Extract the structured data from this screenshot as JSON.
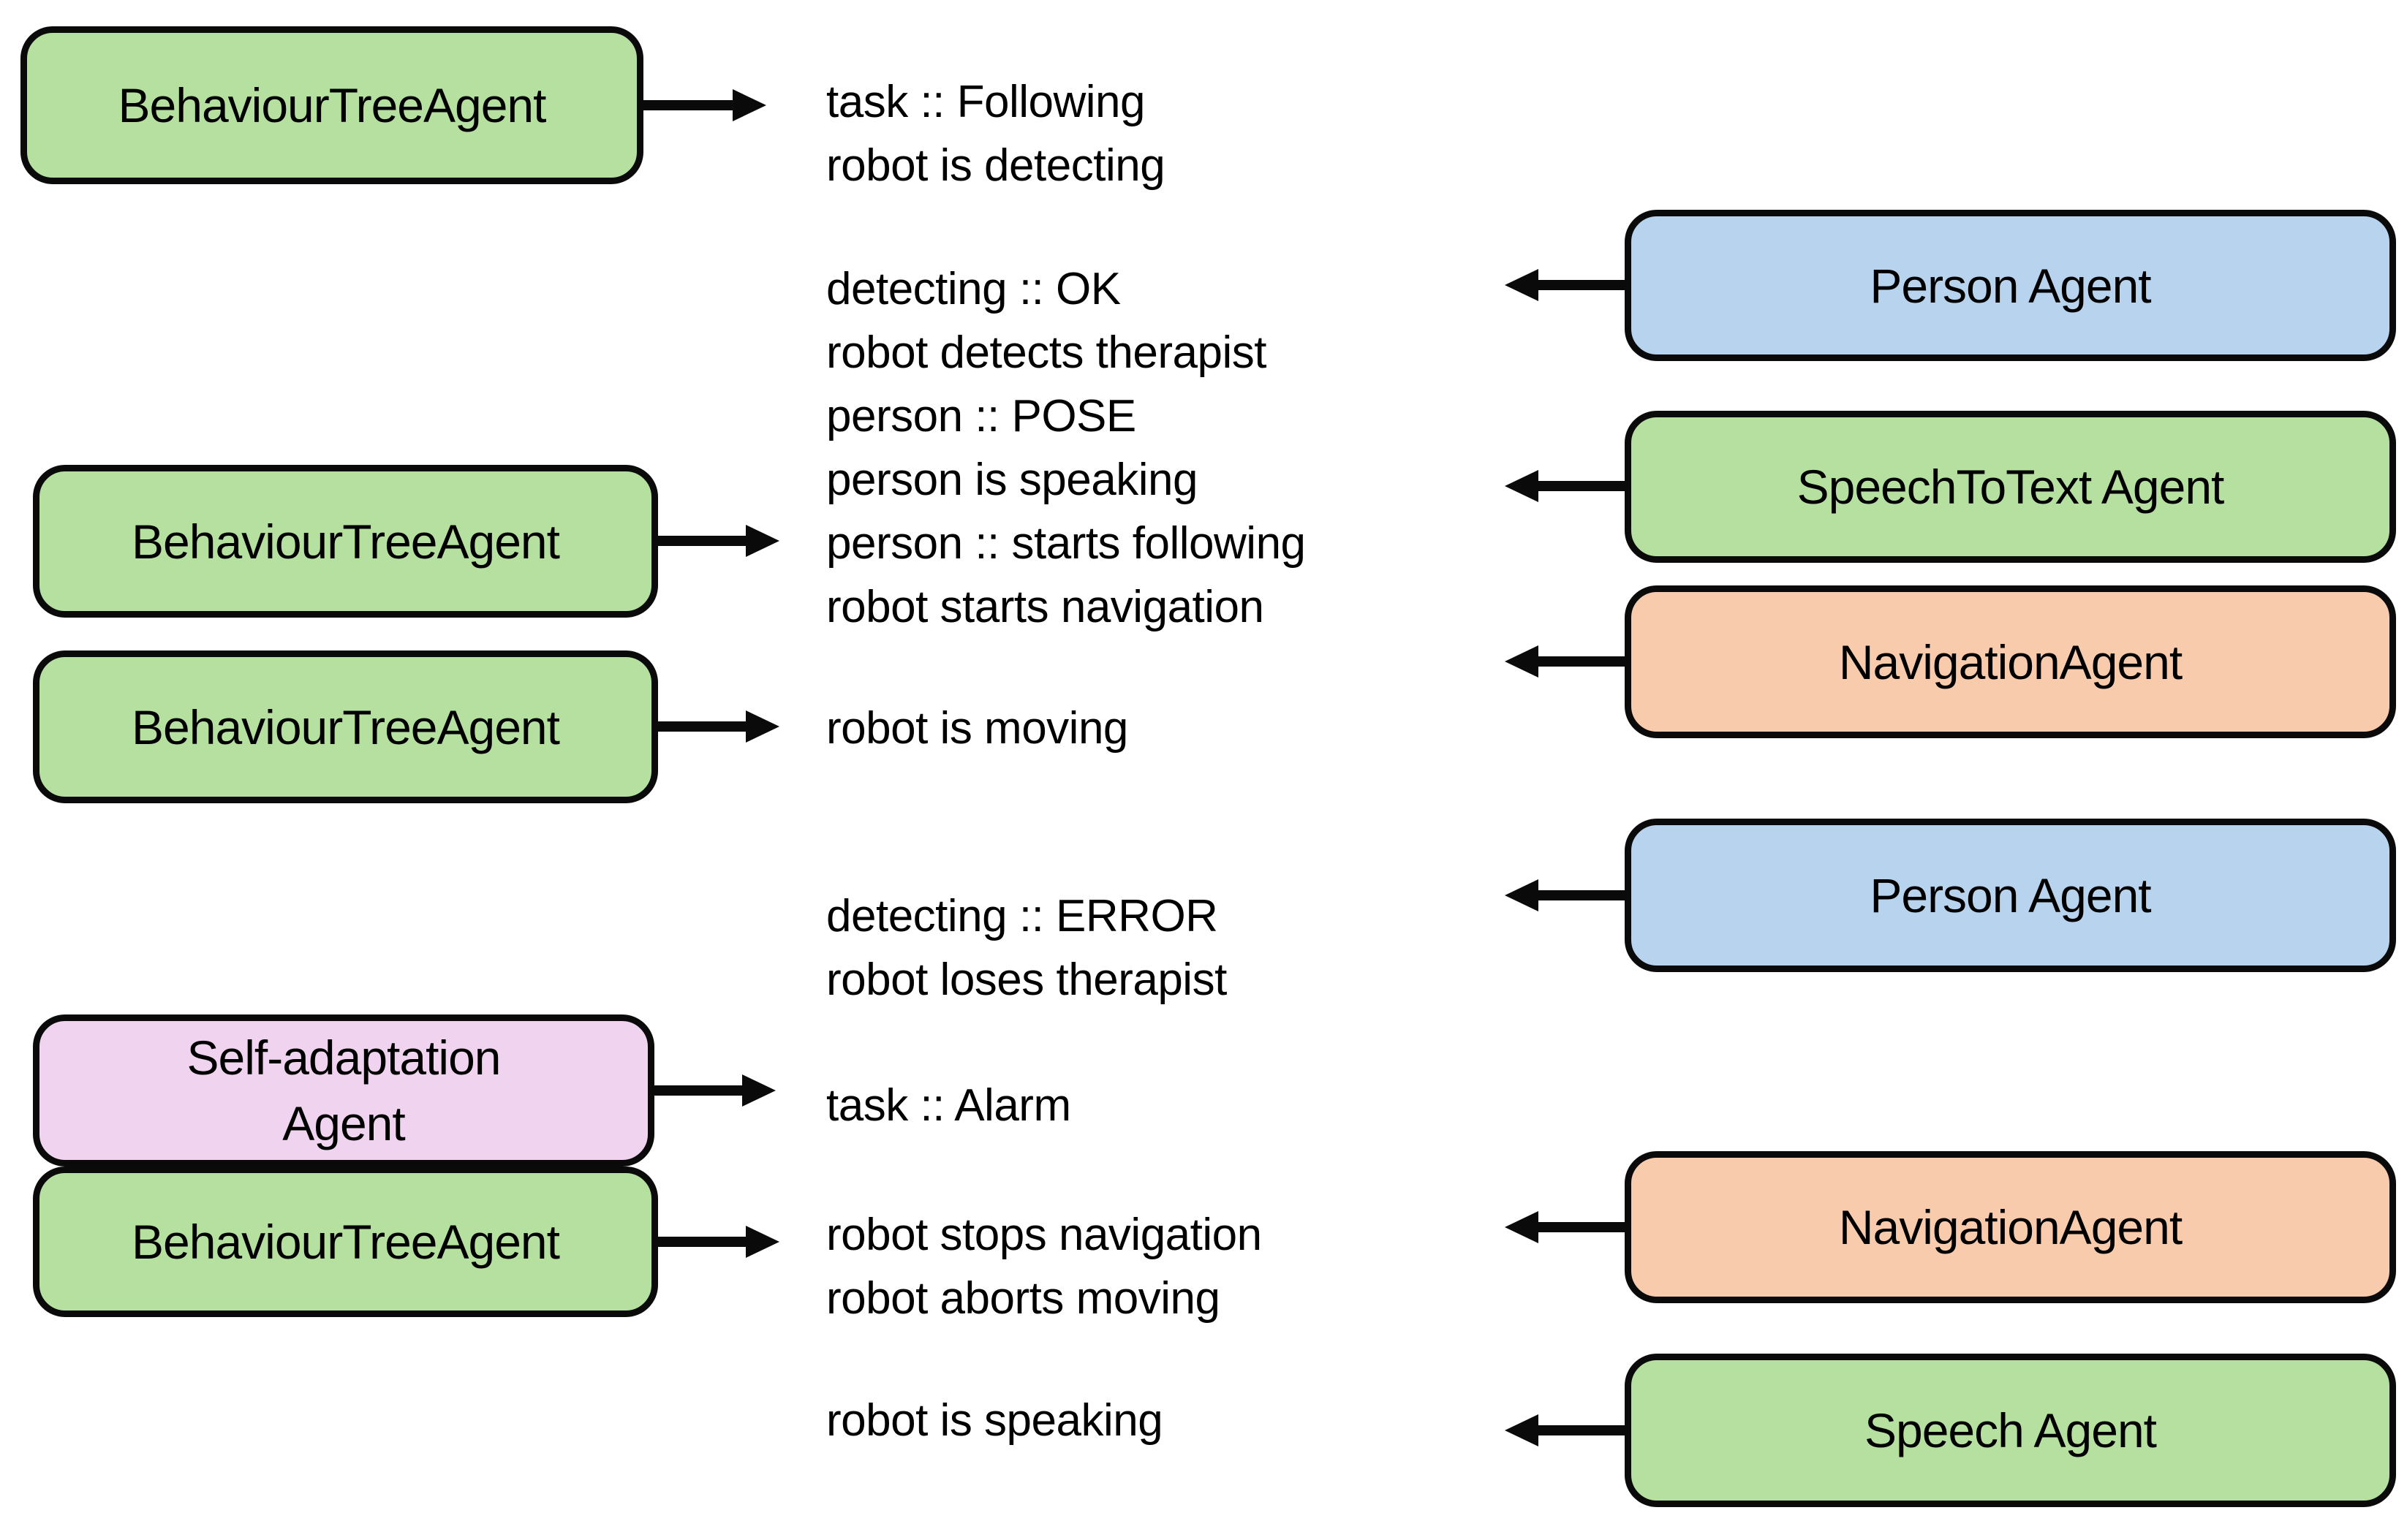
{
  "colors": {
    "green": "#b5e0a0",
    "blue": "#b8d3ee",
    "orange": "#f8cbad",
    "pink": "#f0d4ef",
    "stroke": "#0a0a0a",
    "background": "#ffffff"
  },
  "left_agents": [
    {
      "label": "BehaviourTreeAgent",
      "color": "green"
    },
    {
      "label": "BehaviourTreeAgent",
      "color": "green"
    },
    {
      "label": "BehaviourTreeAgent",
      "color": "green"
    },
    {
      "label": "Self-adaptation Agent",
      "label_line1": "Self-adaptation",
      "label_line2": "Agent",
      "color": "pink"
    },
    {
      "label": "BehaviourTreeAgent",
      "color": "green"
    }
  ],
  "right_agents": [
    {
      "label": "Person Agent",
      "color": "blue"
    },
    {
      "label": "SpeechToText Agent",
      "color": "green"
    },
    {
      "label": "NavigationAgent",
      "color": "orange"
    },
    {
      "label": "Person Agent",
      "color": "blue"
    },
    {
      "label": "NavigationAgent",
      "color": "orange"
    },
    {
      "label": "Speech Agent",
      "color": "green"
    }
  ],
  "messages": [
    {
      "lines": [
        "task :: Following",
        "robot is detecting"
      ]
    },
    {
      "lines": [
        "detecting :: OK",
        "robot detects therapist",
        "person :: POSE",
        "person is speaking",
        "person :: starts following",
        "robot starts navigation"
      ]
    },
    {
      "lines": [
        "robot is moving"
      ]
    },
    {
      "lines": [
        "detecting :: ERROR",
        "robot loses therapist"
      ]
    },
    {
      "lines": [
        "task :: Alarm"
      ]
    },
    {
      "lines": [
        "robot stops navigation",
        "robot aborts moving"
      ]
    },
    {
      "lines": [
        "robot is speaking"
      ]
    }
  ]
}
